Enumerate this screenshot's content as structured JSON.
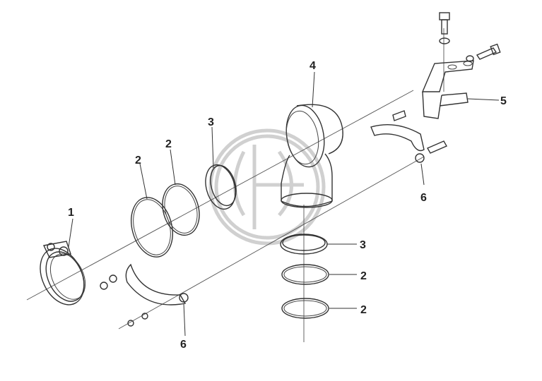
{
  "diagram": {
    "callouts": [
      {
        "id": "c1",
        "label": "1"
      },
      {
        "id": "c2a",
        "label": "2"
      },
      {
        "id": "c2b",
        "label": "2"
      },
      {
        "id": "c3a",
        "label": "3"
      },
      {
        "id": "c4",
        "label": "4"
      },
      {
        "id": "c5",
        "label": "5"
      },
      {
        "id": "c6a",
        "label": "6"
      },
      {
        "id": "c3b",
        "label": "3"
      },
      {
        "id": "c2c",
        "label": "2"
      },
      {
        "id": "c2d",
        "label": "2"
      },
      {
        "id": "c6b",
        "label": "6"
      }
    ]
  }
}
